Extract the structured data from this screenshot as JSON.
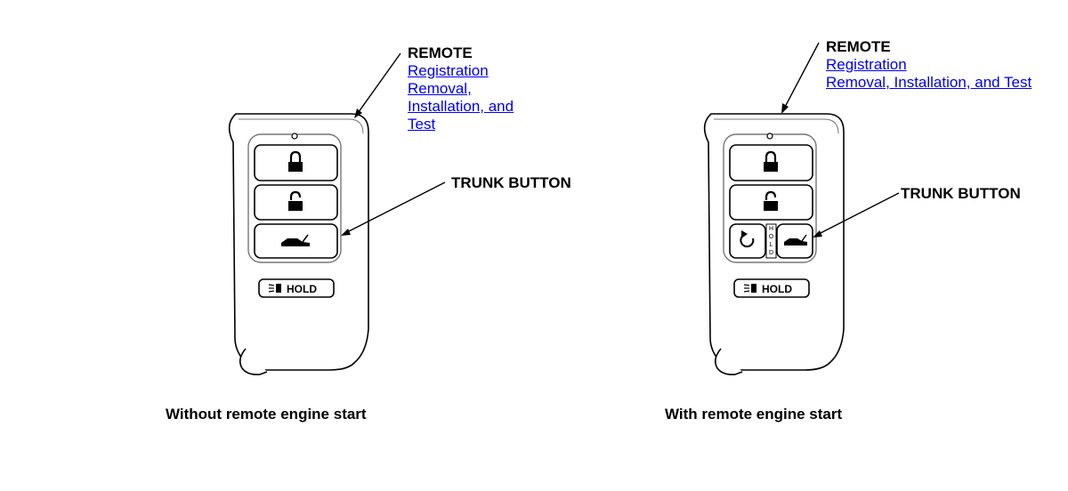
{
  "left": {
    "remote_title": "REMOTE",
    "links": [
      "Registration",
      "Removal, Installation, and Test"
    ],
    "trunk_label": "TRUNK BUTTON",
    "hold_label": "HOLD",
    "caption": "Without remote engine start"
  },
  "right": {
    "remote_title": "REMOTE",
    "links": [
      "Registration",
      "Removal, Installation, and Test"
    ],
    "trunk_label": "TRUNK BUTTON",
    "hold_label": "HOLD",
    "vertical_hold_label": "HOLD",
    "caption": "With remote engine start"
  }
}
